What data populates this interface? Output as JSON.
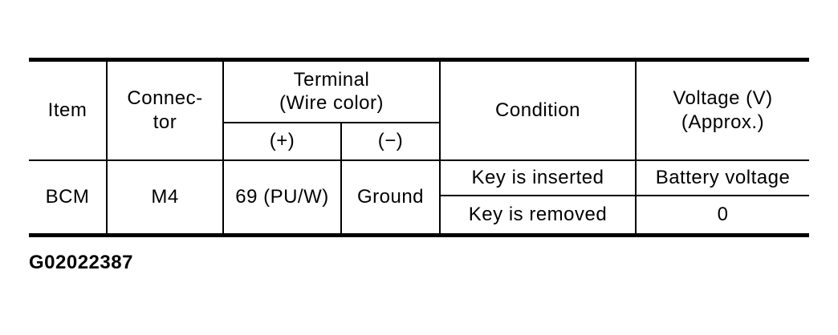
{
  "page": {
    "background_color": "#ffffff",
    "text_color": "#000000",
    "line_color": "#000000"
  },
  "figure_caption": "G02022387",
  "table": {
    "headers": {
      "item": "Item",
      "connector": "Connec-\ntor",
      "terminal_group": "Terminal\n(Wire color)",
      "terminal_plus": "(+)",
      "terminal_minus": "(−)",
      "condition": "Condition",
      "voltage": "Voltage (V)\n(Approx.)"
    },
    "rows": [
      {
        "item": "BCM",
        "connector": "M4",
        "terminal_plus": "69 (PU/W)",
        "terminal_minus": "Ground",
        "conditions": [
          {
            "condition": "Key is inserted",
            "voltage": "Battery voltage"
          },
          {
            "condition": "Key is removed",
            "voltage": "0"
          }
        ]
      }
    ]
  }
}
